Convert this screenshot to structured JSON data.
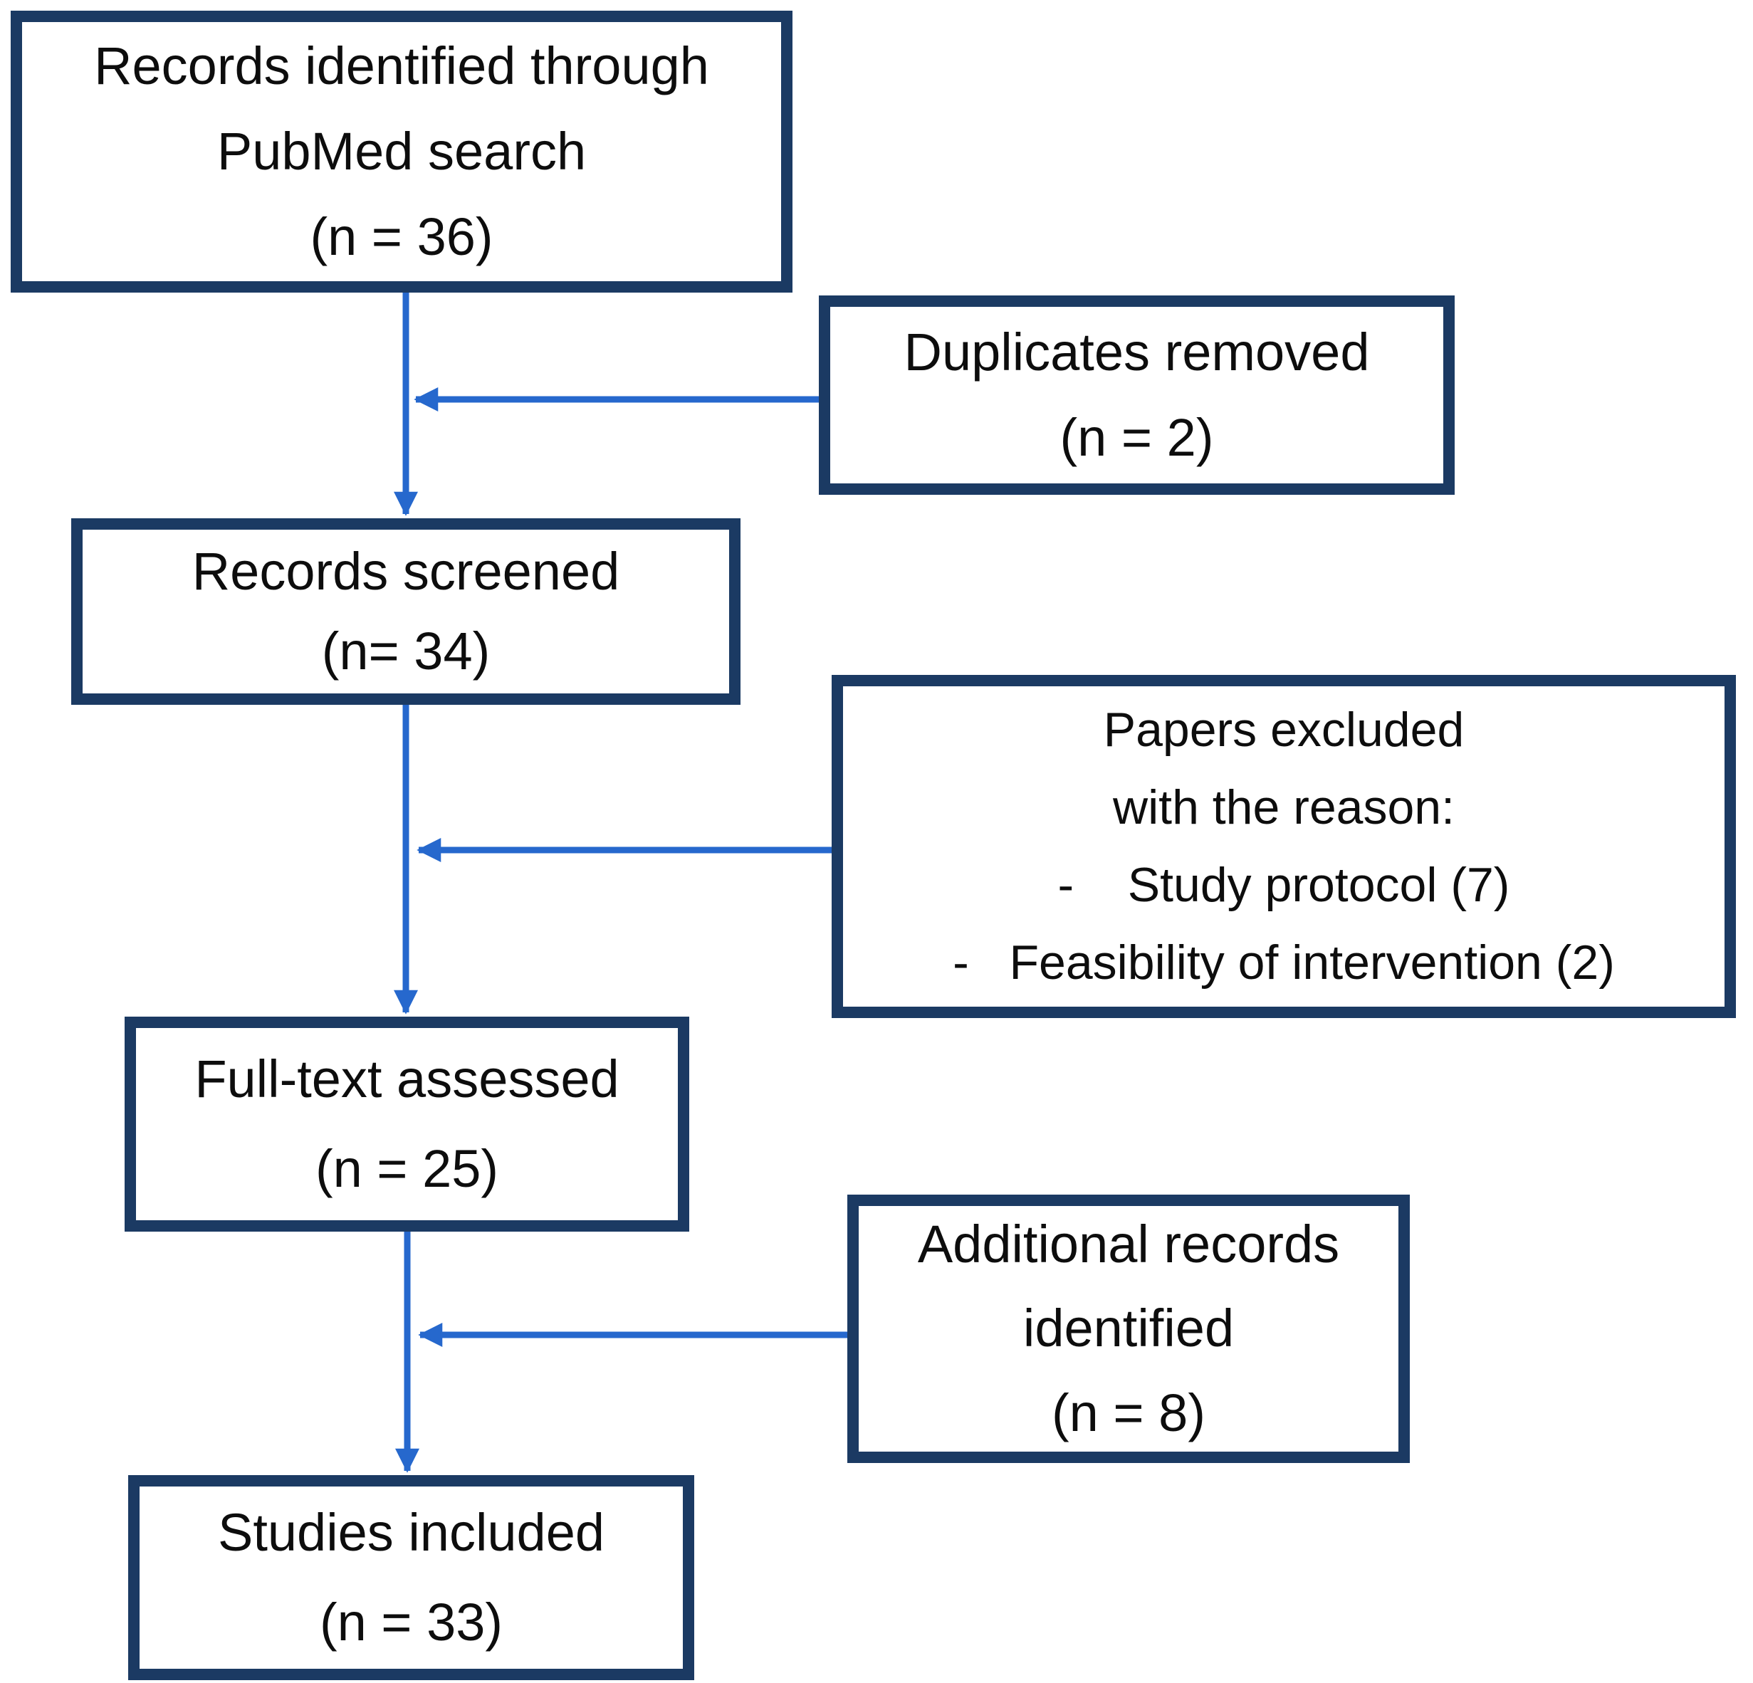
{
  "diagram": {
    "boxes": {
      "identified": {
        "lines": [
          "Records identified through",
          "PubMed search",
          "(n = 36)"
        ]
      },
      "duplicates": {
        "lines": [
          "Duplicates removed",
          "(n = 2)"
        ]
      },
      "screened": {
        "lines": [
          "Records screened",
          "(n= 34)"
        ]
      },
      "excluded": {
        "lines": [
          "Papers excluded",
          "with the reason:",
          "-    Study protocol (7)",
          "-   Feasibility of intervention (2)"
        ]
      },
      "fulltext": {
        "lines": [
          "Full-text assessed",
          "(n = 25)"
        ]
      },
      "additional": {
        "lines": [
          "Additional records",
          "identified",
          "(n = 8)"
        ]
      },
      "included": {
        "lines": [
          "Studies included",
          "(n = 33)"
        ]
      }
    },
    "colors": {
      "box_border": "#1b3a63",
      "arrow": "#2668cd",
      "text": "#0d0d0d",
      "page_bg": "#ffffff"
    }
  }
}
